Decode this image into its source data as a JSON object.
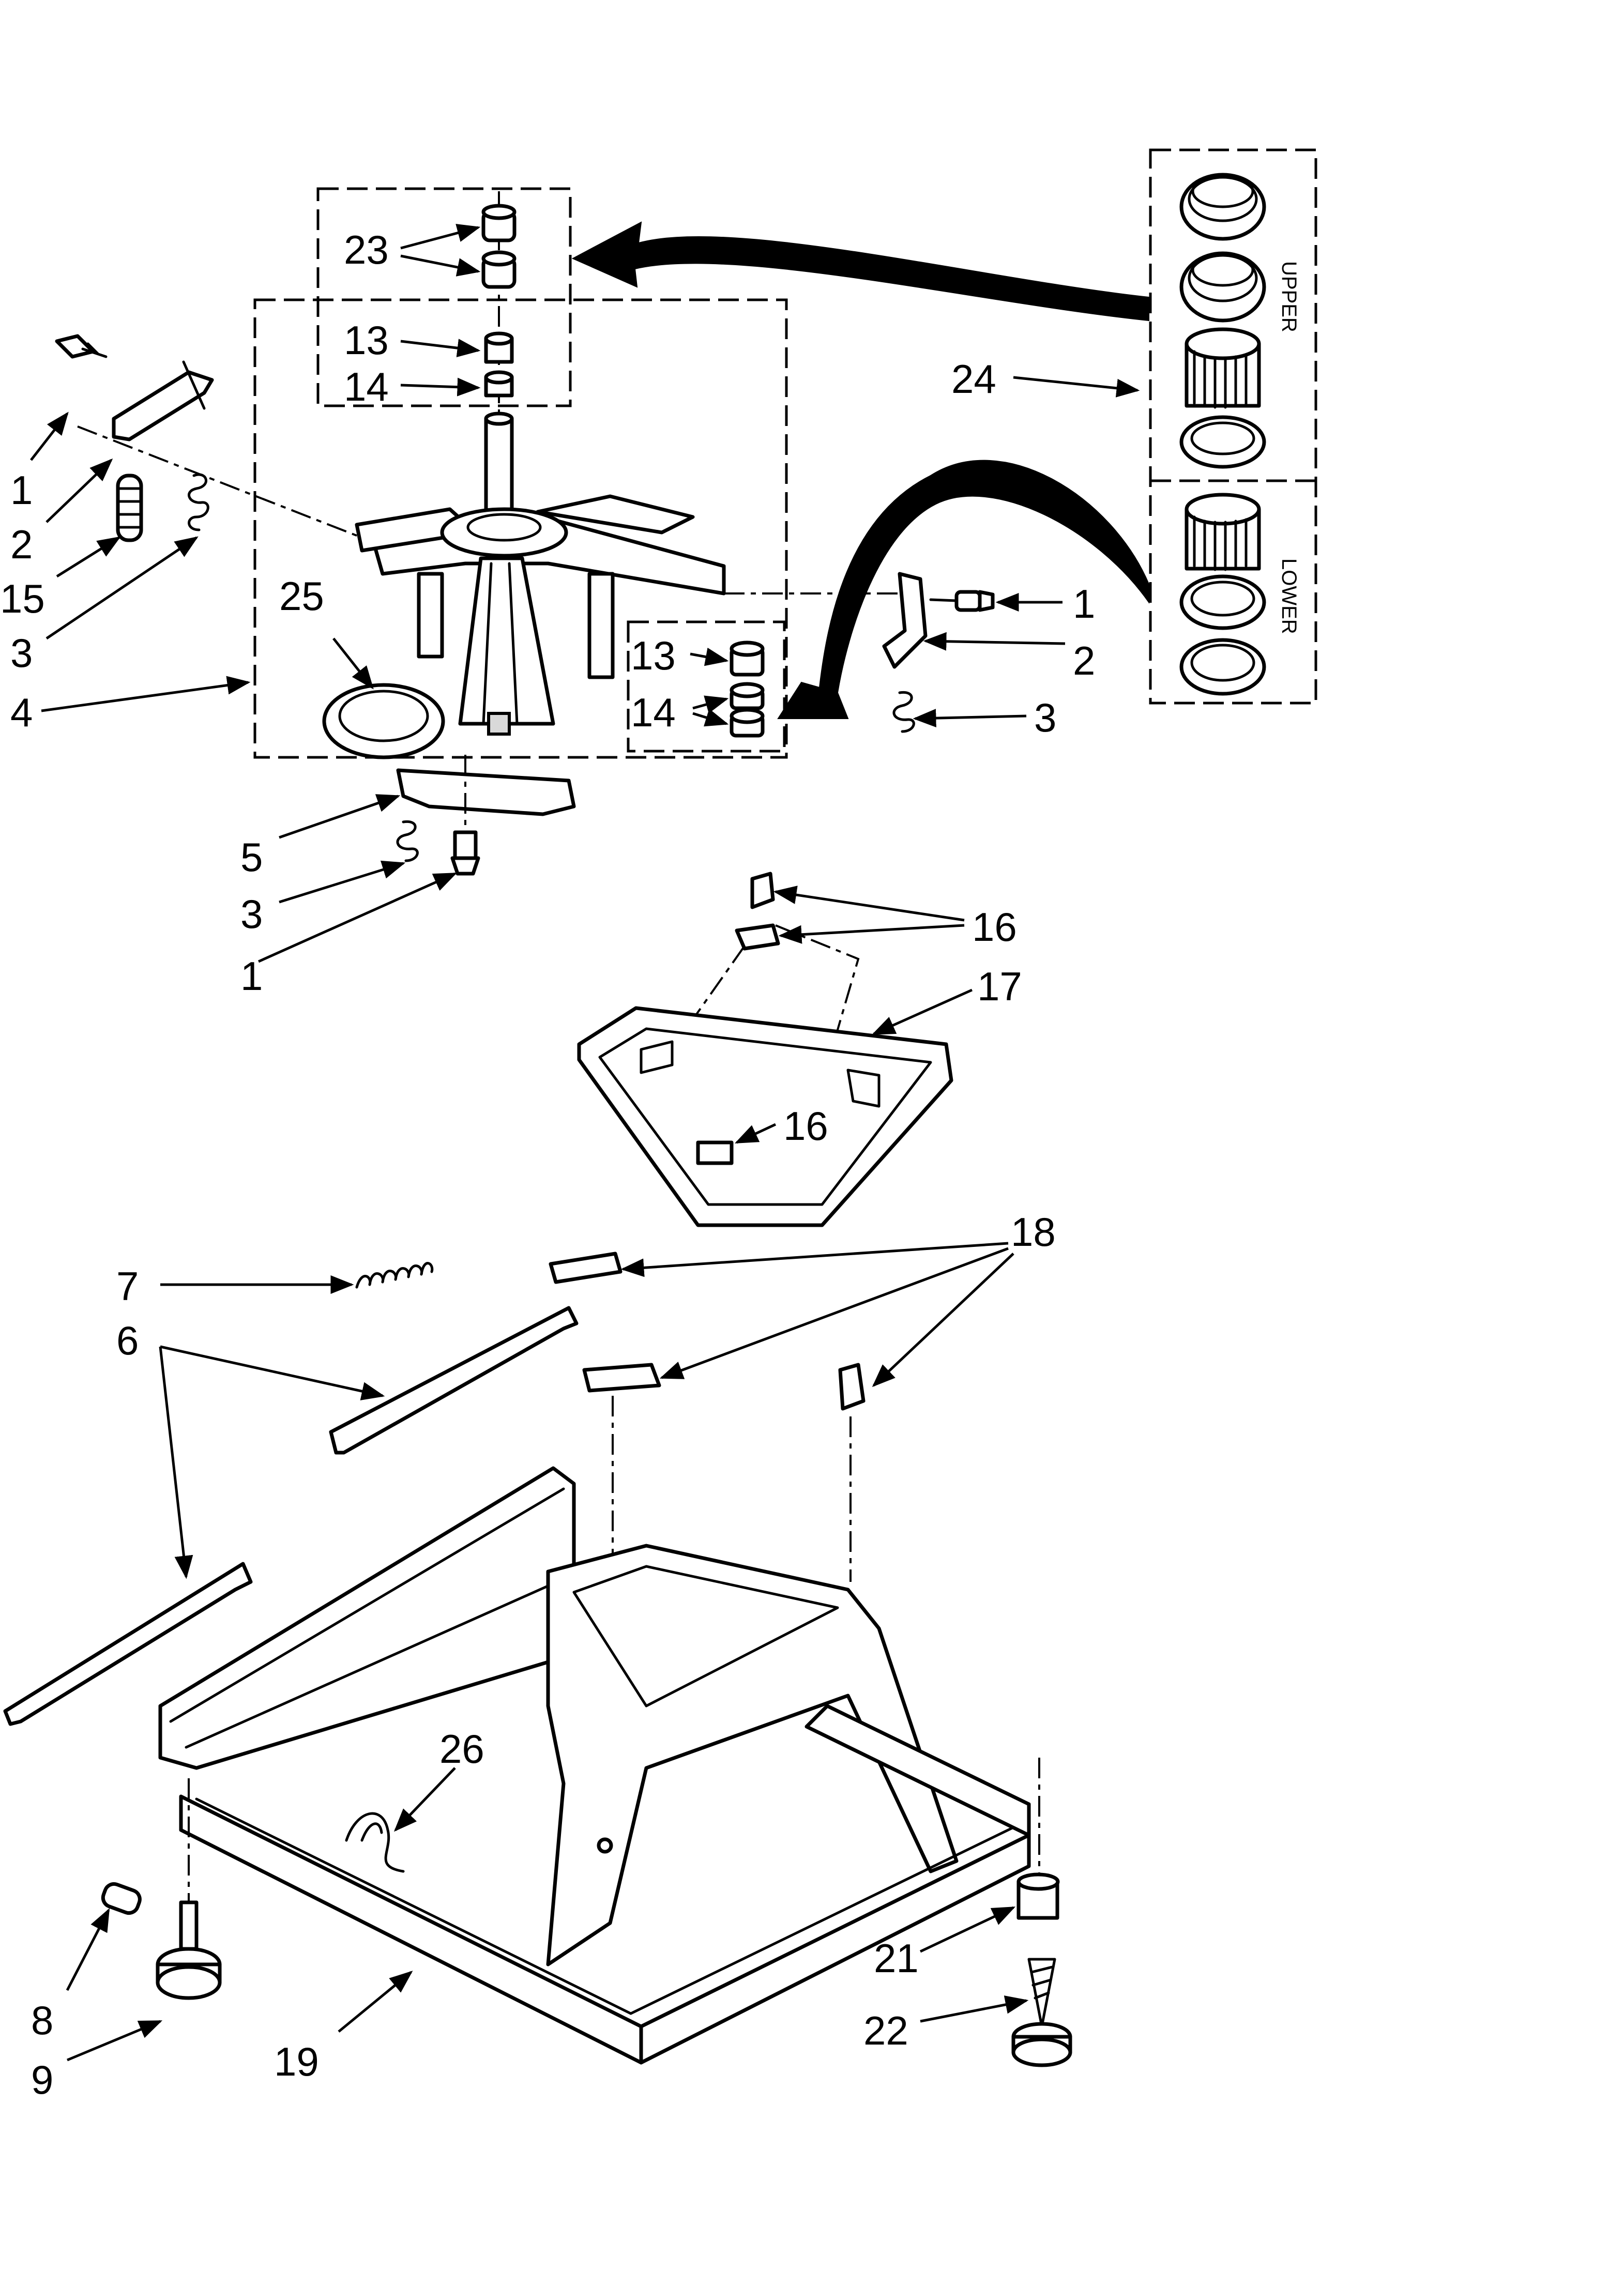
{
  "callouts": {
    "c1a": "1",
    "c2a": "2",
    "c15": "15",
    "c3a": "3",
    "c4": "4",
    "c23": "23",
    "c13a": "13",
    "c14a": "14",
    "c25": "25",
    "c13b": "13",
    "c14b": "14",
    "c24": "24",
    "c1b": "1",
    "c2b": "2",
    "c3b": "3",
    "c5": "5",
    "c3c": "3",
    "c1c": "1",
    "c16a": "16",
    "c17": "17",
    "c16b": "16",
    "c18": "18",
    "c7": "7",
    "c6": "6",
    "c26": "26",
    "c8": "8",
    "c9": "9",
    "c19": "19",
    "c21": "21",
    "c22": "22"
  },
  "kit_labels": {
    "upper": "UPPER",
    "lower": "LOWER"
  },
  "colors": {
    "line": "#000000",
    "paper": "#ffffff",
    "shade": "#d9d9d9"
  }
}
